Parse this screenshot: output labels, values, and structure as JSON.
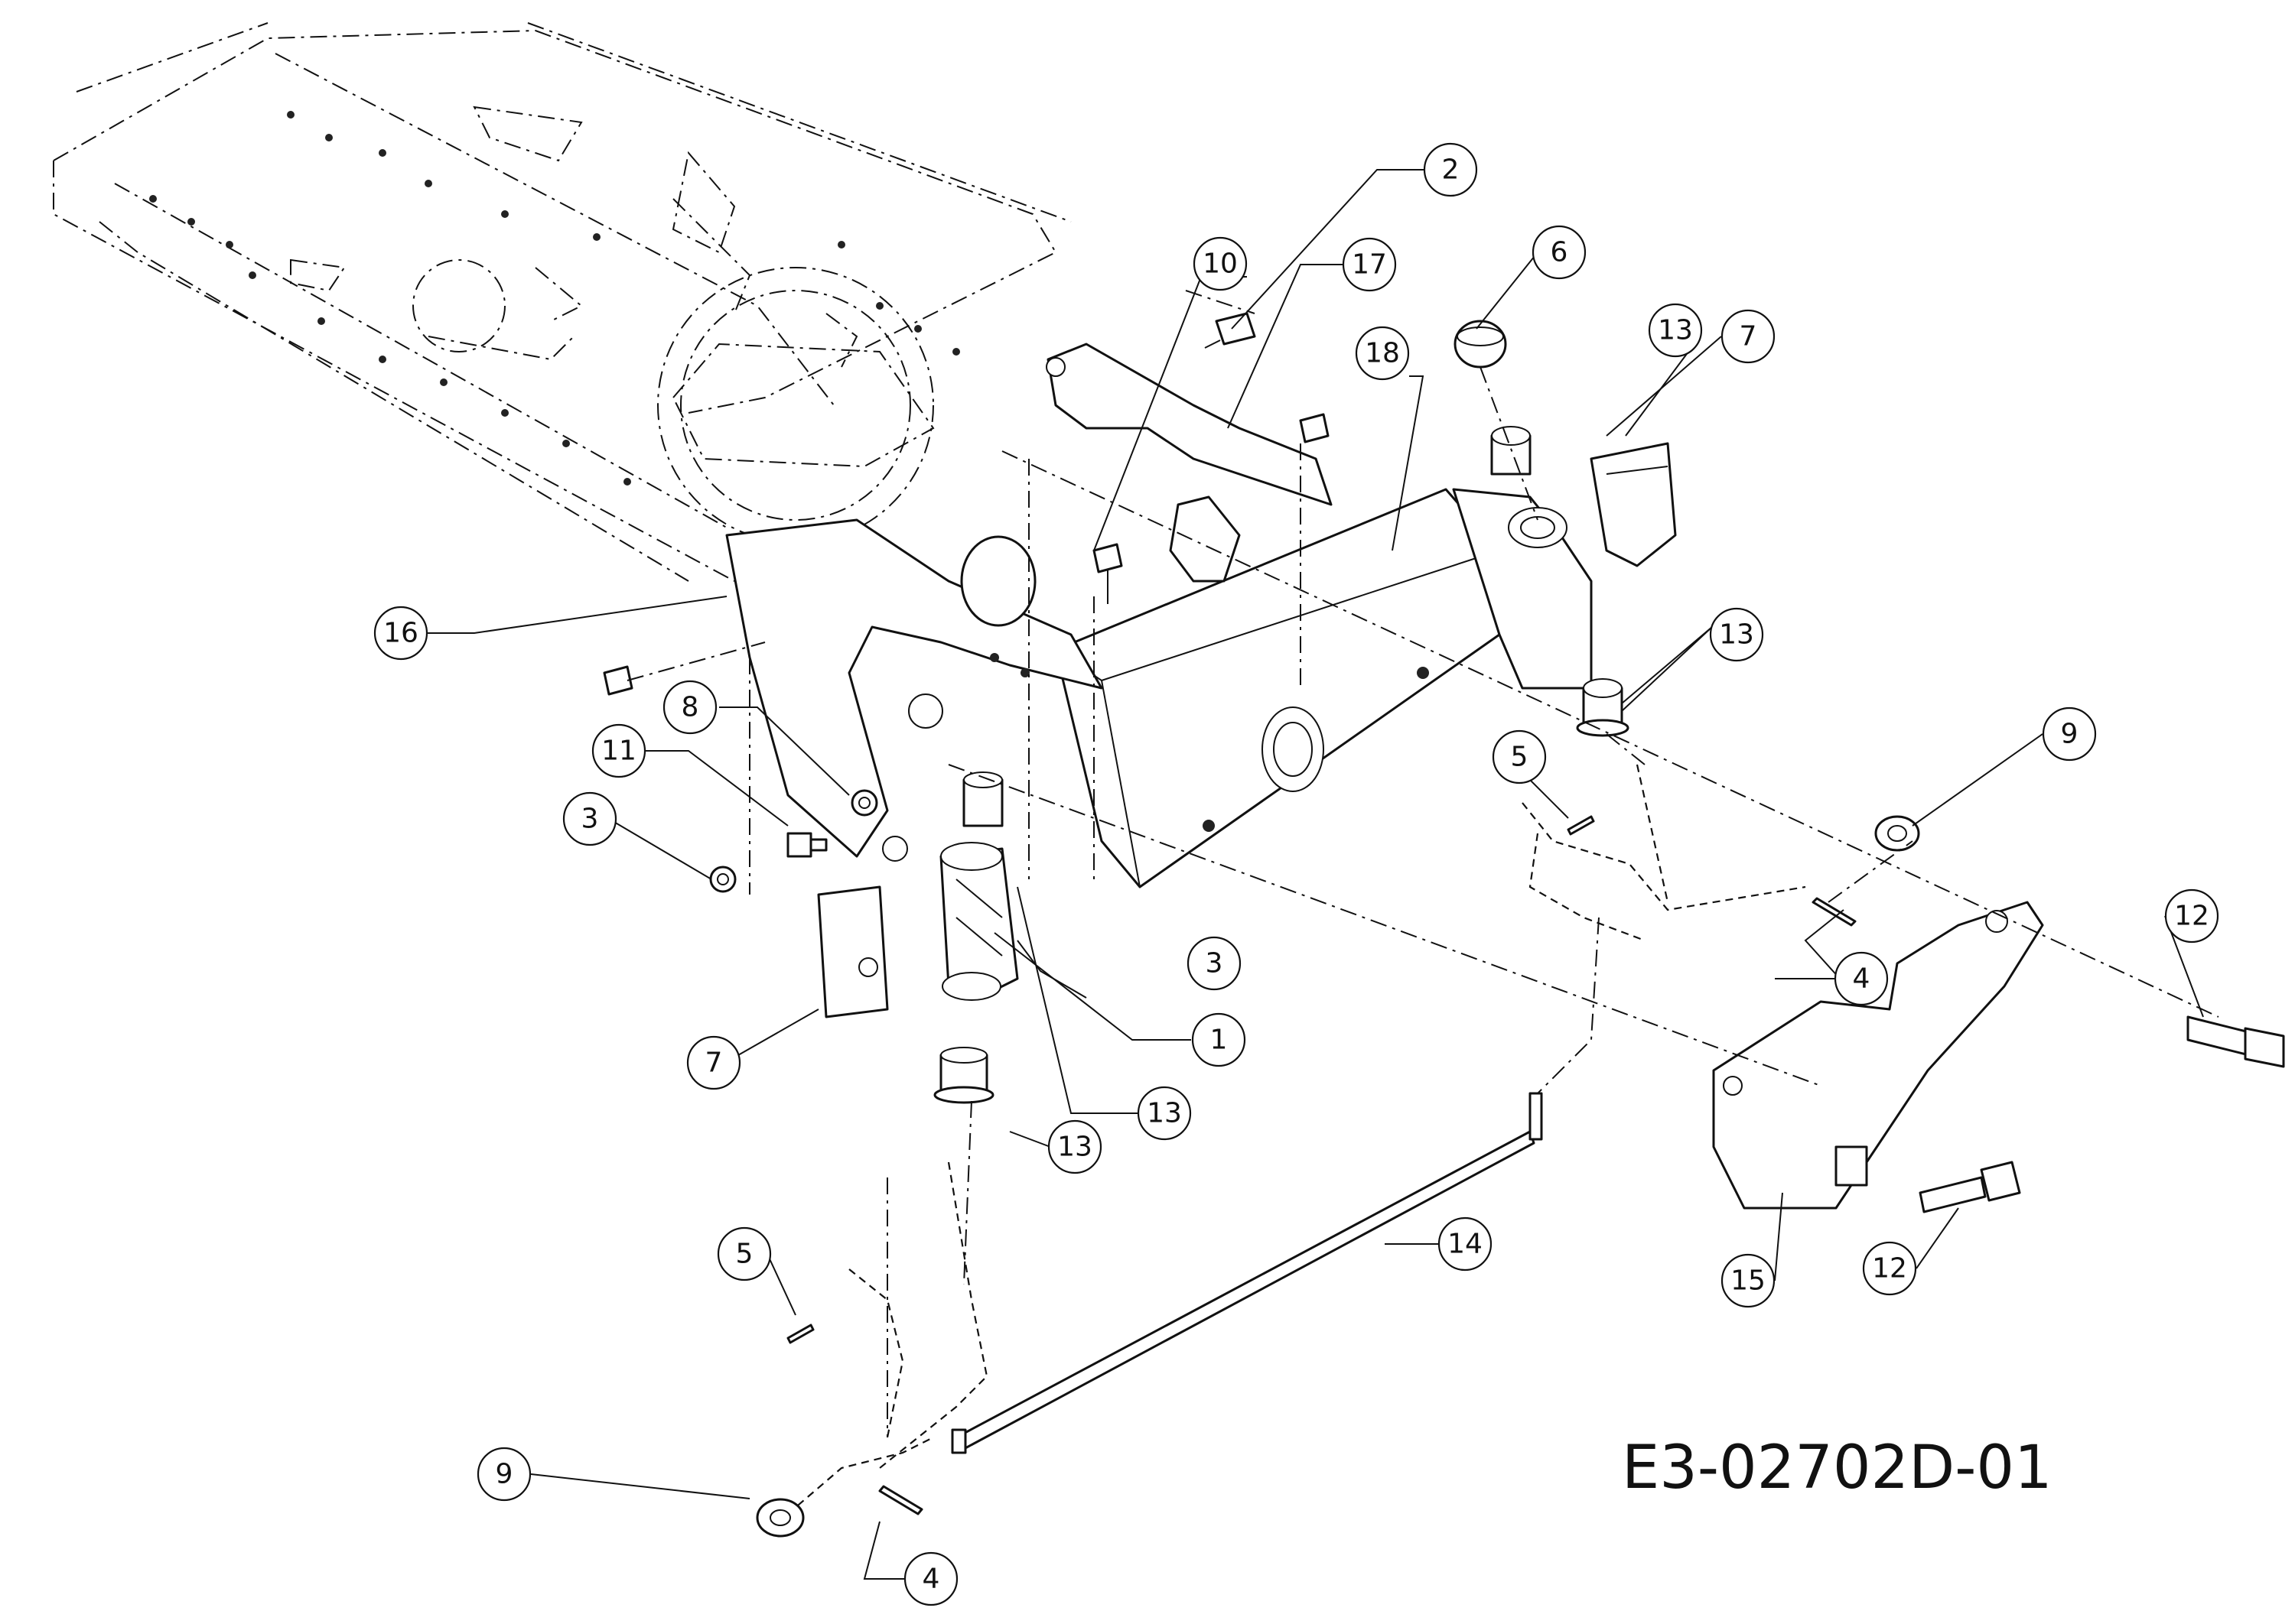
{
  "drawing_code": "E3-02702D-01",
  "callouts": [
    {
      "id": "c-1",
      "label": "1"
    },
    {
      "id": "c-2",
      "label": "2"
    },
    {
      "id": "c-3a",
      "label": "3"
    },
    {
      "id": "c-3b",
      "label": "3"
    },
    {
      "id": "c-4a",
      "label": "4"
    },
    {
      "id": "c-4b",
      "label": "4"
    },
    {
      "id": "c-5a",
      "label": "5"
    },
    {
      "id": "c-5b",
      "label": "5"
    },
    {
      "id": "c-6",
      "label": "6"
    },
    {
      "id": "c-7a",
      "label": "7"
    },
    {
      "id": "c-7b",
      "label": "7"
    },
    {
      "id": "c-8",
      "label": "8"
    },
    {
      "id": "c-9a",
      "label": "9"
    },
    {
      "id": "c-9b",
      "label": "9"
    },
    {
      "id": "c-10",
      "label": "10"
    },
    {
      "id": "c-11",
      "label": "11"
    },
    {
      "id": "c-12a",
      "label": "12"
    },
    {
      "id": "c-12b",
      "label": "12"
    },
    {
      "id": "c-13a",
      "label": "13"
    },
    {
      "id": "c-13b",
      "label": "13"
    },
    {
      "id": "c-13c",
      "label": "13"
    },
    {
      "id": "c-13d",
      "label": "13"
    },
    {
      "id": "c-14",
      "label": "14"
    },
    {
      "id": "c-15",
      "label": "15"
    },
    {
      "id": "c-16",
      "label": "16"
    },
    {
      "id": "c-17",
      "label": "17"
    },
    {
      "id": "c-18",
      "label": "18"
    }
  ]
}
